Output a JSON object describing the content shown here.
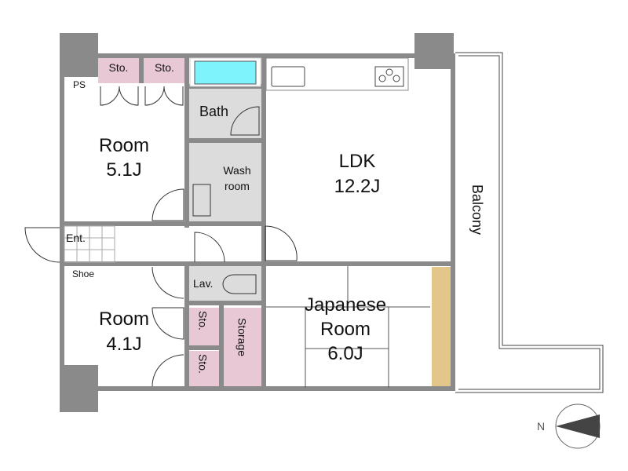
{
  "rooms": {
    "room1": {
      "name": "Room",
      "size": "5.1J"
    },
    "room2": {
      "name": "Room",
      "size": "4.1J"
    },
    "ldk": {
      "name": "LDK",
      "size": "12.2J"
    },
    "japanese": {
      "name": "Japanese",
      "name2": "Room",
      "size": "6.0J"
    },
    "bath": "Bath",
    "wash": {
      "line1": "Wash",
      "line2": "room"
    },
    "lav": "Lav.",
    "entrance": "Ent.",
    "shoe": "Shoe",
    "ps": "PS",
    "sto_top_left": "Sto.",
    "sto_top_right": "Sto.",
    "sto_small_upper": "Sto.",
    "sto_small_lower": "Sto.",
    "storage": "Storage",
    "balcony": "Balcony"
  },
  "compass": {
    "label": "N"
  },
  "colors": {
    "wall": "#8a8a8a",
    "storage": "#e9c8d6",
    "wet": "#dcdcdc",
    "bathtub": "#7ff3fb",
    "tokonoma": "#e2c68a"
  }
}
